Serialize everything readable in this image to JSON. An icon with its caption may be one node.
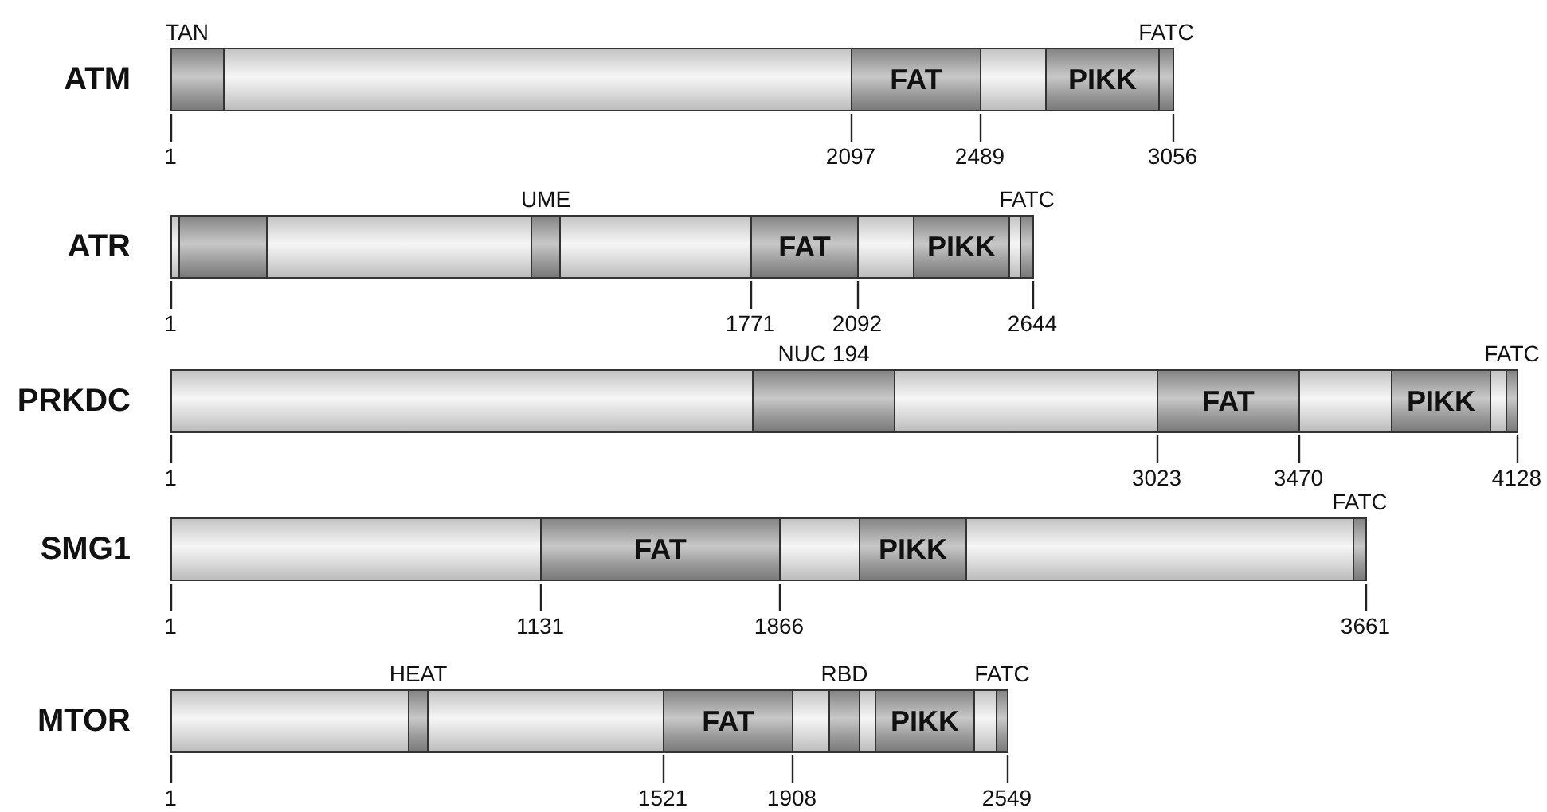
{
  "diagram": {
    "nodes": [
      {
        "text": [
          "ATM"
        ]
      },
      {
        "text": [
          "TAN"
        ],
        "in": 0
      },
      {
        "text": [
          "FAT"
        ],
        "in": 0
      },
      {
        "text": [
          "PIKK"
        ],
        "in": 0
      },
      {
        "text": [
          "FATC"
        ],
        "in": 0
      },
      {
        "text": [
          "ATR"
        ]
      },
      {
        "text": [],
        "shape": "box",
        "in": 5
      },
      {
        "text": [
          "UME"
        ],
        "in": 5
      },
      {
        "text": [
          "FAT"
        ],
        "in": 5
      },
      {
        "text": [
          "PIKK"
        ],
        "in": 5
      },
      {
        "text": [
          "FATC"
        ],
        "in": 5
      },
      {
        "text": [
          "PRKDC"
        ]
      },
      {
        "text": [
          "NUC 194"
        ],
        "in": 11
      },
      {
        "text": [
          "FAT"
        ],
        "in": 11
      },
      {
        "text": [
          "PIKK"
        ],
        "in": 11
      },
      {
        "text": [
          "FATC"
        ],
        "in": 11
      },
      {
        "text": [
          "SMG1"
        ]
      },
      {
        "text": [
          "FAT"
        ],
        "in": 16
      },
      {
        "text": [
          "PIKK"
        ],
        "in": 16
      },
      {
        "text": [
          "FATC"
        ],
        "in": 16
      },
      {
        "text": [
          "MTOR"
        ]
      },
      {
        "text": [
          "HEAT"
        ],
        "in": 20
      },
      {
        "text": [
          "FAT"
        ],
        "in": 20
      },
      {
        "text": [
          "RBD"
        ],
        "in": 20
      },
      {
        "text": [
          "PIKK"
        ],
        "in": 20
      },
      {
        "text": [
          "FATC"
        ],
        "in": 20
      }
    ],
    "labels": [
      "1",
      "2097",
      "2489",
      "3056",
      "1",
      "1771",
      "2092",
      "2644",
      "1",
      "3023",
      "3470",
      "4128",
      "1",
      "1131",
      "1866",
      "3661",
      "1",
      "1521",
      "1908",
      "2549"
    ]
  }
}
